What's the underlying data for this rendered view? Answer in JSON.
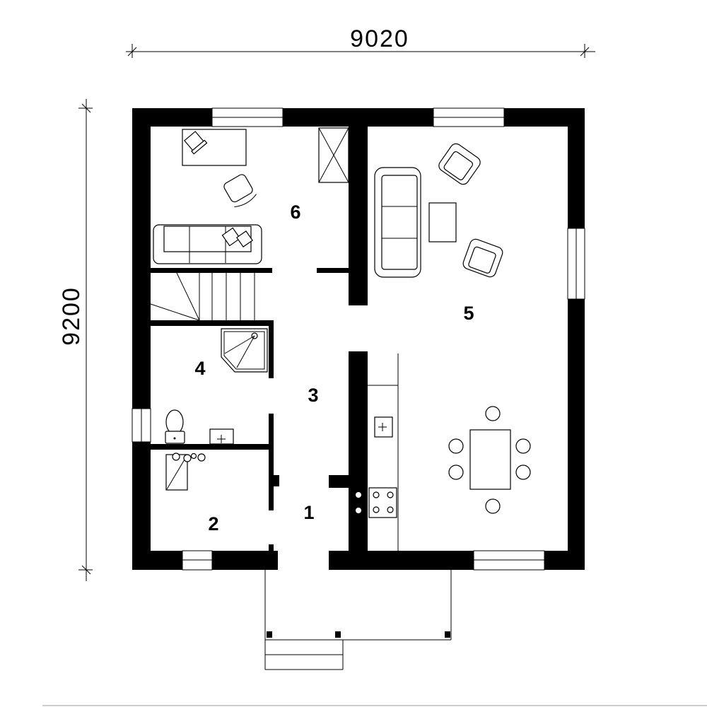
{
  "dimensions": {
    "width_label": "9020",
    "height_label": "9200"
  },
  "rooms": [
    {
      "number": "1"
    },
    {
      "number": "2"
    },
    {
      "number": "3"
    },
    {
      "number": "4"
    },
    {
      "number": "5"
    },
    {
      "number": "6"
    }
  ]
}
